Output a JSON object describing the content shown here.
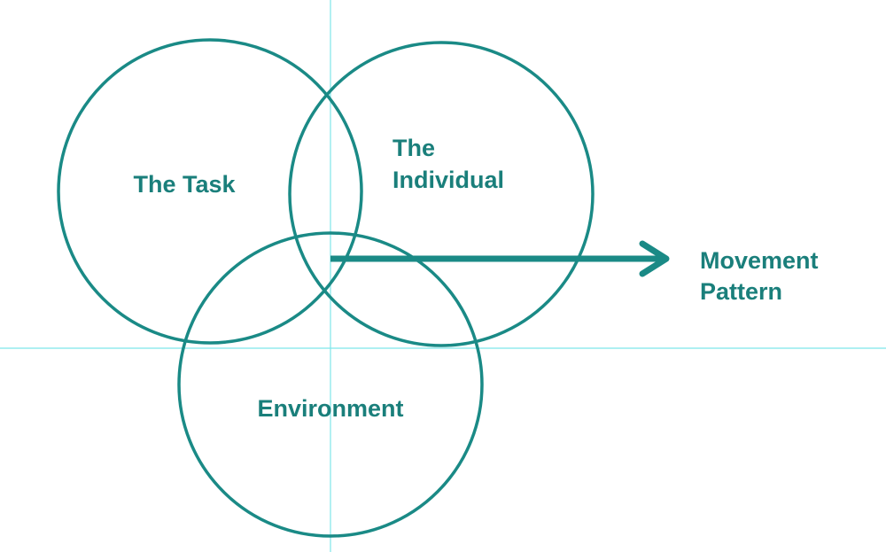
{
  "colors": {
    "circle_stroke": "#1a8a86",
    "text": "#1a7f7b",
    "guide": "#7ee6ea"
  },
  "diagram": {
    "circles": {
      "task": "The Task",
      "individual_line1": "The",
      "individual_line2": "Individual",
      "environment": "Environment"
    },
    "arrow": {
      "label_line1": "Movement",
      "label_line2": "Pattern"
    }
  }
}
